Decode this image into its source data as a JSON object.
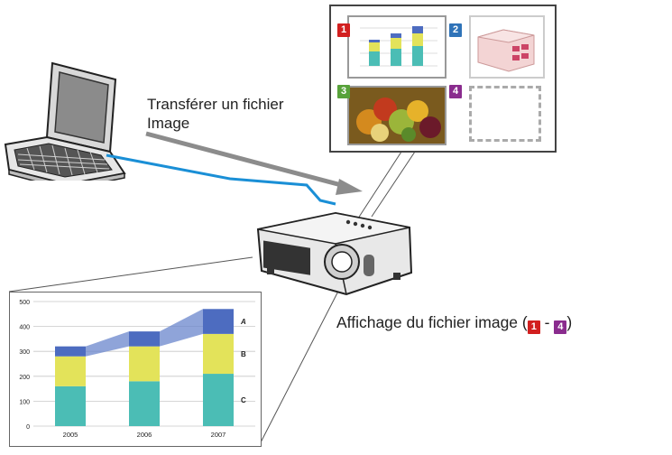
{
  "labels": {
    "transfer_line1": "Transférer un fichier",
    "transfer_line2": "Image",
    "display_prefix": "Affichage du fichier image (",
    "display_dash": " - ",
    "display_suffix": ")"
  },
  "slots": [
    {
      "number": "1",
      "color": "#d21f1f"
    },
    {
      "number": "2",
      "color": "#2f73b8"
    },
    {
      "number": "3",
      "color": "#58a23a"
    },
    {
      "number": "4",
      "color": "#8a2c8e"
    }
  ],
  "badges": {
    "from": {
      "number": "1",
      "color": "#d21f1f"
    },
    "to": {
      "number": "4",
      "color": "#8a2c8e"
    }
  },
  "colors": {
    "cable": "#1a8fd6",
    "arrow": "#8c8c8c",
    "bar_c": "#4bbdb5",
    "bar_b": "#e3e35a",
    "bar_a": "#4d6cc0"
  },
  "chart_data": {
    "type": "bar",
    "categories": [
      "2005",
      "2006",
      "2007"
    ],
    "series": [
      {
        "name": "C",
        "values": [
          160,
          180,
          210
        ]
      },
      {
        "name": "B",
        "values": [
          120,
          140,
          160
        ]
      },
      {
        "name": "A",
        "values": [
          40,
          60,
          100
        ]
      }
    ],
    "yticks": [
      "0",
      "100",
      "200",
      "300",
      "400",
      "500"
    ],
    "ylim": [
      0,
      500
    ]
  }
}
